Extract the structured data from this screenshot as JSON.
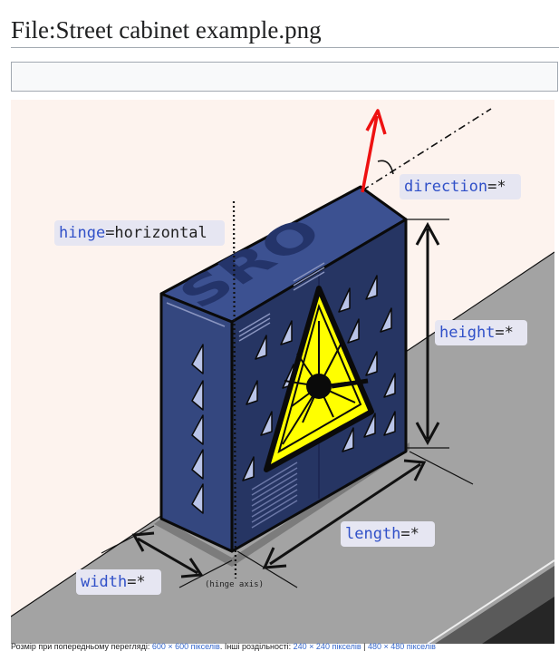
{
  "page": {
    "title": "File:Street cabinet example.png"
  },
  "image": {
    "labels": {
      "direction_key": "direction",
      "direction_val": "=*",
      "hinge_key": "hinge",
      "hinge_val": "=horizontal",
      "height_key": "height",
      "height_val": "=*",
      "length_key": "length",
      "length_val": "=*",
      "width_key": "width",
      "width_val": "=*",
      "hinge_axis": "(hinge axis)",
      "cabinet_text": "SRO"
    },
    "colors": {
      "background": "#fdf3ee",
      "road": "#a3a3a3",
      "cabinet_front": "#263563",
      "cabinet_side": "#34477f",
      "cabinet_top": "#3c5191",
      "hazard": "#ffff00",
      "direction_arrow": "#ee1111",
      "label_bg": "#e6e6f2"
    }
  },
  "footer": {
    "resolution_prefix": "Розмір при попередньому перегляді: ",
    "preview_size": "600 × 600 пікселів",
    "other_label": ". Інші роздільності: ",
    "res_1": "240 × 240 пікселів",
    "sep": " | ",
    "res_2": "480 × 480 пікселів"
  }
}
